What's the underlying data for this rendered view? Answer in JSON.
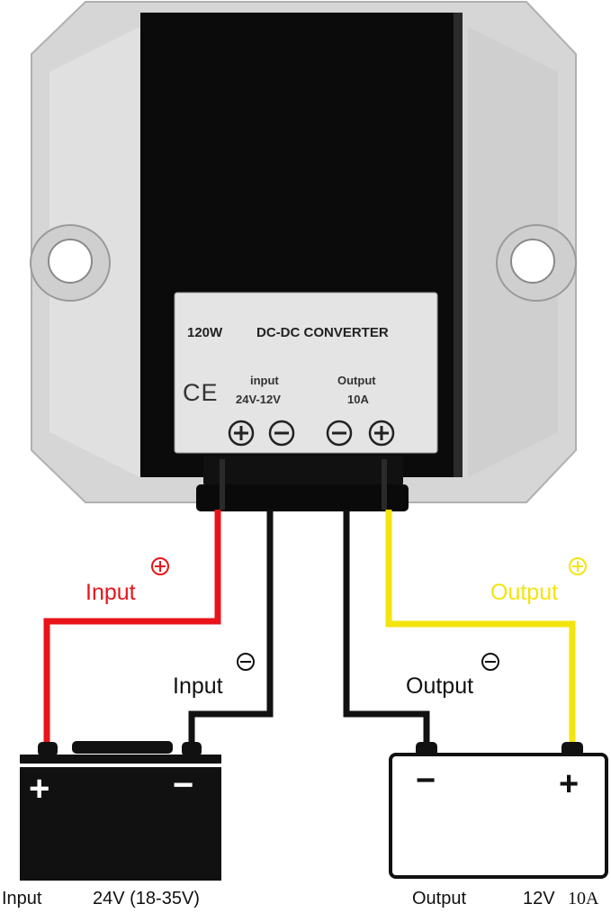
{
  "plate": {
    "power": "120W",
    "title": "DC-DC CONVERTER",
    "ce_mark": "CE",
    "input_label": "input",
    "input_range": "24V-12V",
    "output_label": "Output",
    "output_current": "10A"
  },
  "wires": {
    "input_positive": "Input",
    "input_negative": "Input",
    "output_positive": "Output",
    "output_negative": "Output"
  },
  "terminals": {
    "battery_plus": "+",
    "battery_minus": "−",
    "load_plus": "+",
    "load_minus": "−"
  },
  "bottom_labels": {
    "left_input": "Input",
    "left_voltage": "24V (18-35V)",
    "right_output": "Output",
    "right_voltage": "12V",
    "right_current": "10A"
  },
  "colors": {
    "positive_input_wire": "#e8141a",
    "positive_output_wire": "#f3e40d",
    "negative_wire": "#111111",
    "housing": "#d9d9d9",
    "label_plate": "#e4e4e4"
  }
}
